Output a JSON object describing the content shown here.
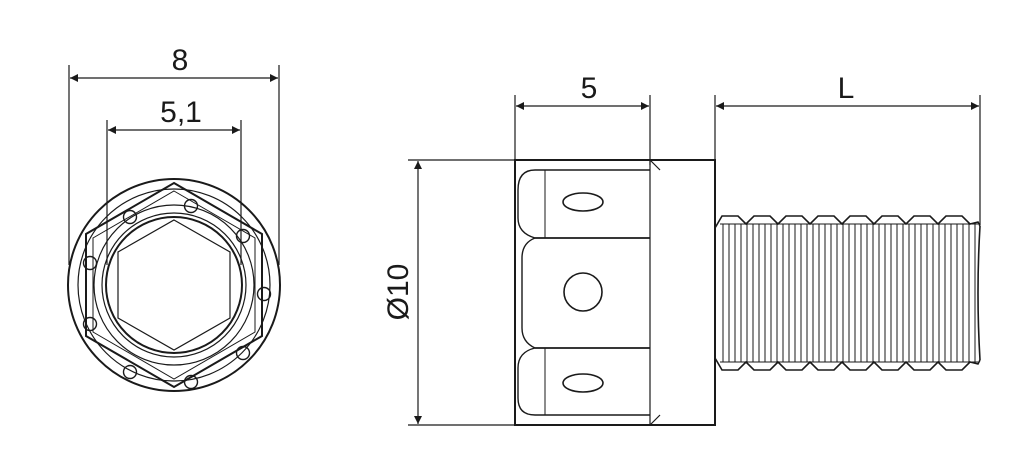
{
  "labels": {
    "front_outer_width": "8",
    "front_inner_width": "5,1",
    "side_head_width": "5",
    "side_length": "L",
    "side_diameter": "Ø10"
  },
  "colors": {
    "line": "#1a1a1a",
    "background": "#ffffff"
  }
}
